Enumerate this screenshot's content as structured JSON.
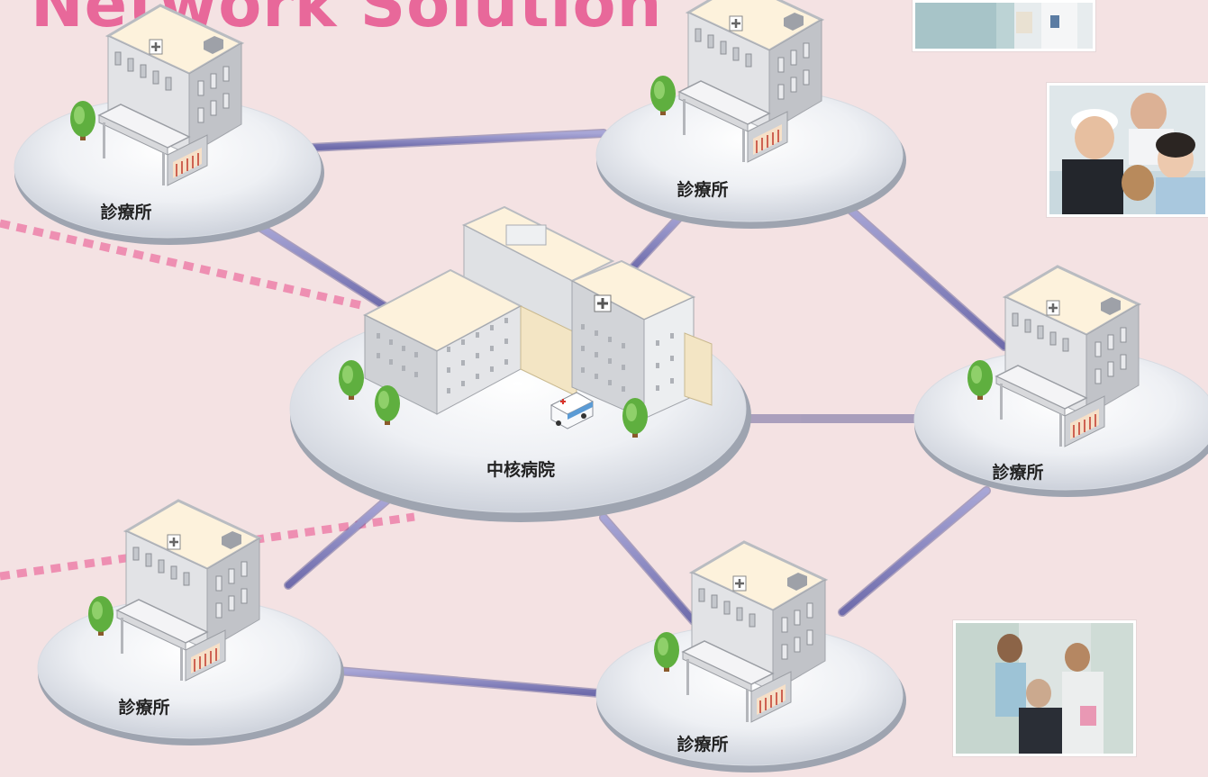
{
  "title": "Network Solution",
  "colors": {
    "background": "#f4e2e3",
    "title": "#e8689a",
    "link": "#7d7bb9",
    "dotted_link": "#ee8fb2",
    "platform": "#e2e6ec",
    "building_wall": "#c9cbcf",
    "roof": "#fdf1dc",
    "tree": "#6cb845"
  },
  "nodes": [
    {
      "id": "core",
      "type": "core-hospital",
      "label": "中核病院"
    },
    {
      "id": "clinic-1",
      "type": "clinic",
      "label": "診療所"
    },
    {
      "id": "clinic-2",
      "type": "clinic",
      "label": "診療所"
    },
    {
      "id": "clinic-3",
      "type": "clinic",
      "label": "診療所"
    },
    {
      "id": "clinic-4",
      "type": "clinic",
      "label": "診療所"
    },
    {
      "id": "clinic-5",
      "type": "clinic",
      "label": "診療所"
    }
  ],
  "links": [
    [
      "clinic-1",
      "clinic-2"
    ],
    [
      "clinic-1",
      "core"
    ],
    [
      "clinic-2",
      "core"
    ],
    [
      "clinic-2",
      "clinic-3"
    ],
    [
      "clinic-3",
      "core"
    ],
    [
      "clinic-3",
      "clinic-4"
    ],
    [
      "clinic-4",
      "core"
    ],
    [
      "clinic-4",
      "clinic-5"
    ],
    [
      "clinic-5",
      "core"
    ]
  ],
  "photos": [
    {
      "id": "photo-doctor-clipboard",
      "subject": "doctor with clipboard"
    },
    {
      "id": "photo-nurse-child",
      "subject": "nurse with child and teddy bear"
    },
    {
      "id": "photo-wheelchair",
      "subject": "staff with elderly patient in wheelchair"
    }
  ]
}
